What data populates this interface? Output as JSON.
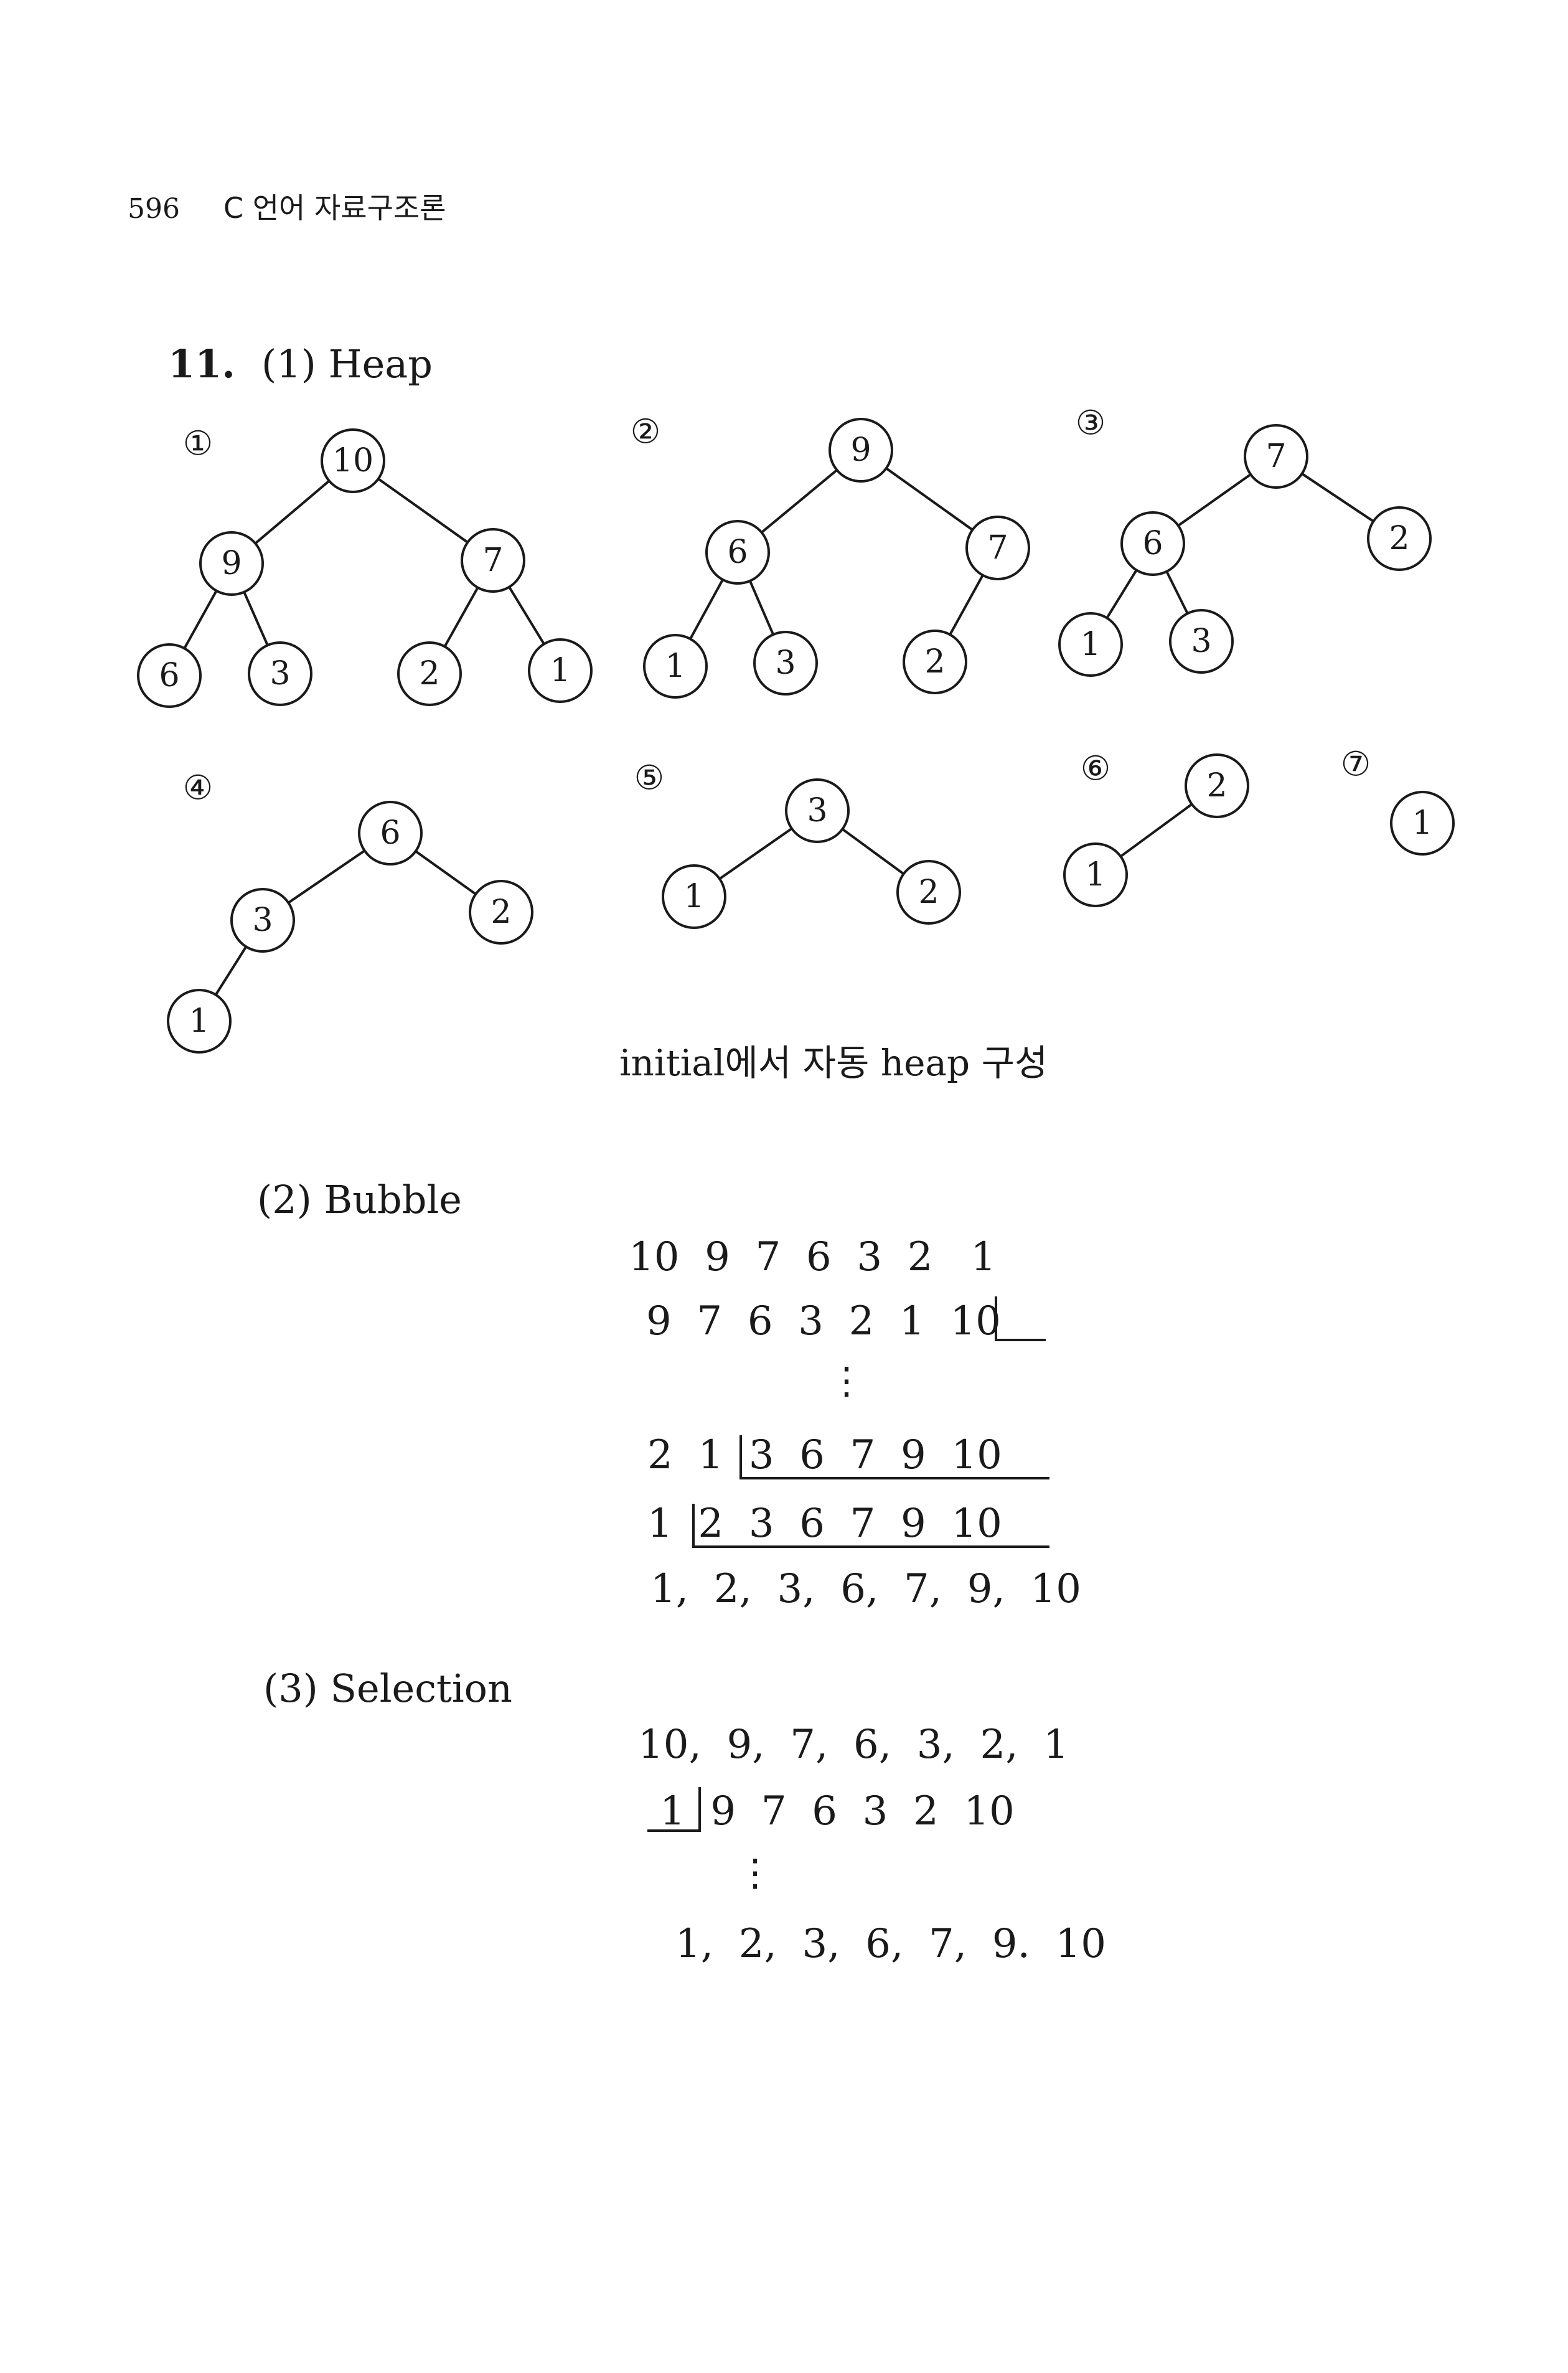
{
  "header": {
    "page_number": "596",
    "chapter_title": "C 언어 자료구조론"
  },
  "question": {
    "number": "11.",
    "title": "(1) Heap"
  },
  "heap": {
    "step_markers": [
      "①",
      "②",
      "③",
      "④",
      "⑤",
      "⑥",
      "⑦"
    ],
    "trees": [
      {
        "nodes": [
          "10",
          "9",
          "7",
          "6",
          "3",
          "2",
          "1"
        ]
      },
      {
        "nodes": [
          "9",
          "6",
          "7",
          "1",
          "3",
          "2"
        ]
      },
      {
        "nodes": [
          "7",
          "6",
          "2",
          "1",
          "3"
        ]
      },
      {
        "nodes": [
          "6",
          "3",
          "2",
          "1"
        ]
      },
      {
        "nodes": [
          "3",
          "1",
          "2"
        ]
      },
      {
        "nodes": [
          "2",
          "1"
        ]
      },
      {
        "nodes": [
          "1"
        ]
      }
    ],
    "note": "initial에서 자동 heap 구성"
  },
  "bubble": {
    "title": "(2) Bubble",
    "rows": [
      "10  9  7  6  3  2   1",
      "9  7  6  3  2  1  10",
      "⋮",
      "2  1  3  6  7  9  10",
      "1  2  3  6  7  9  10",
      "1,  2,  3,  6,  7,  9,  10"
    ]
  },
  "selection": {
    "title": "(3) Selection",
    "rows": [
      "10,  9,  7,  6,  3,  2,  1",
      "1  9  7  6  3  2  10",
      "⋮",
      "1,  2,  3,  6,  7,  9.  10"
    ]
  }
}
